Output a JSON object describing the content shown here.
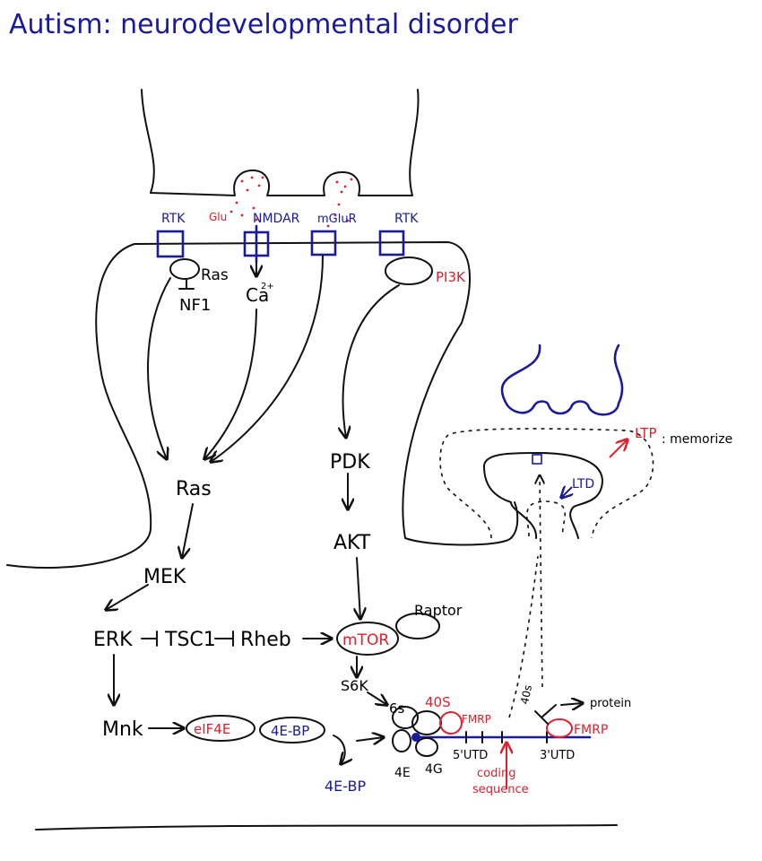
{
  "title": "Autism: neurodevelopmental disorder",
  "receptors": {
    "rtk_left": "RTK",
    "glu": "Glu",
    "nmdar": "NMDAR",
    "mglur": "mGluR",
    "rtk_right": "RTK"
  },
  "membrane": {
    "ras_small": "Ras",
    "nf1": "NF1",
    "ca": "Ca",
    "ca_charge": "2+",
    "pi3k": "PI3K"
  },
  "pathway": {
    "ras": "Ras",
    "mek": "MEK",
    "erk": "ERK",
    "tsc1": "TSC1",
    "rheb": "Rheb",
    "mtor": "mTOR",
    "raptor": "Raptor",
    "pdk": "PDK",
    "akt": "AKT",
    "s6k": "S6K",
    "mnk": "Mnk",
    "eif4e": "eIF4E",
    "bp_complex": "4E-BP",
    "bp_free": "4E-BP"
  },
  "translation": {
    "s6": "6s",
    "s40": "40S",
    "fmrp_left": "FMRP",
    "s40_right": "40s",
    "protein": "protein",
    "fmrp_right": "FMRP",
    "e4": "4E",
    "g4": "4G",
    "utr5": "5'UTD",
    "utr3": "3'UTD",
    "coding": "coding",
    "sequence": "sequence"
  },
  "plasticity": {
    "ltp": "LTP",
    "memorize": ": memorize",
    "ltd": "LTD"
  },
  "colors": {
    "red": "#e0202c",
    "blue": "#1a1a9c",
    "ink": "#111111"
  }
}
